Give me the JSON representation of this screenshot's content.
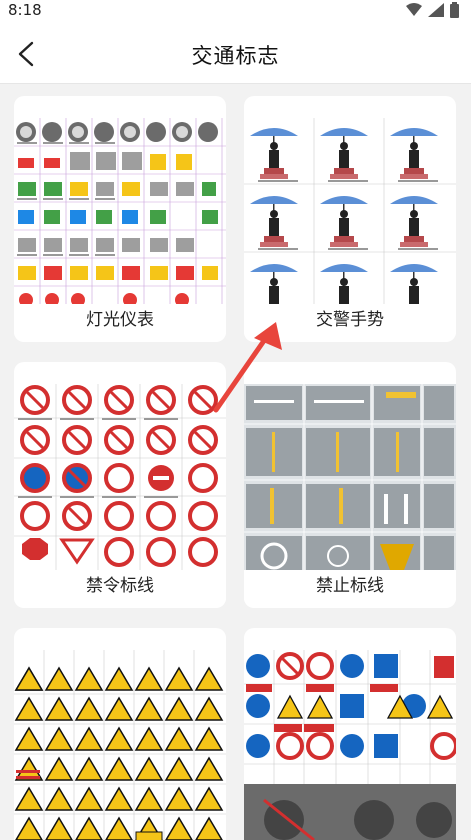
{
  "status": {
    "time": "8:18"
  },
  "header": {
    "title": "交通标志"
  },
  "cards": [
    {
      "label": "灯光仪表",
      "icon": "dashboard-lights-thumbnail"
    },
    {
      "label": "交警手势",
      "icon": "police-gesture-thumbnail"
    },
    {
      "label": "禁令标线",
      "icon": "prohibition-signs-thumbnail"
    },
    {
      "label": "禁止标线",
      "icon": "road-marking-thumbnail"
    },
    {
      "label": "",
      "icon": "warning-signs-thumbnail"
    },
    {
      "label": "",
      "icon": "indication-signs-thumbnail"
    }
  ],
  "colors": {
    "accent": "#e8453c",
    "card_bg": "#ffffff",
    "page_bg": "#f2f2f2"
  }
}
